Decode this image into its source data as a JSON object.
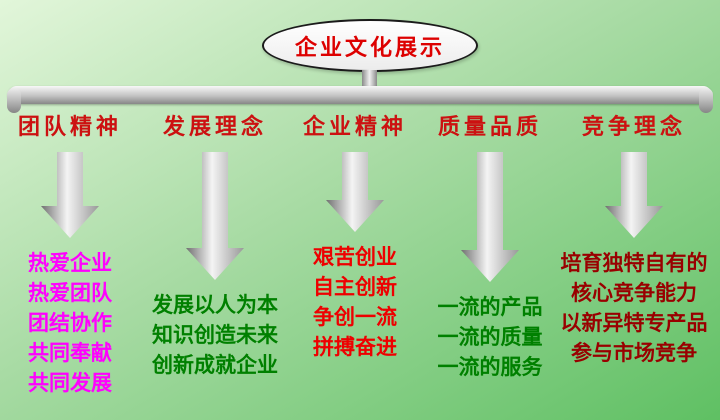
{
  "title": "企业文化展示",
  "colors": {
    "title": "#dd0000",
    "category_label": "#cc1111",
    "arrow_gray": "#b0b0b0",
    "background_green": "#7fcb7f"
  },
  "columns": [
    {
      "label": "团队精神",
      "text_color": "#ff00ff",
      "lines": [
        "热爱企业",
        "热爱团队",
        "团结协作",
        "共同奉献",
        "共同发展"
      ]
    },
    {
      "label": "发展理念",
      "text_color": "#008000",
      "lines": [
        "发展以人为本",
        "知识创造未来",
        "创新成就企业"
      ]
    },
    {
      "label": "企业精神",
      "text_color": "#ee0000",
      "lines": [
        "艰苦创业",
        "自主创新",
        "争创一流",
        "拼搏奋进"
      ]
    },
    {
      "label": "质量品质",
      "text_color": "#008000",
      "lines": [
        "一流的产品",
        "一流的质量",
        "一流的服务"
      ]
    },
    {
      "label": "竞争理念",
      "text_color": "#990000",
      "lines": [
        "培育独特自有的",
        "核心竞争能力",
        "以新异特专产品",
        "参与市场竞争"
      ]
    }
  ]
}
